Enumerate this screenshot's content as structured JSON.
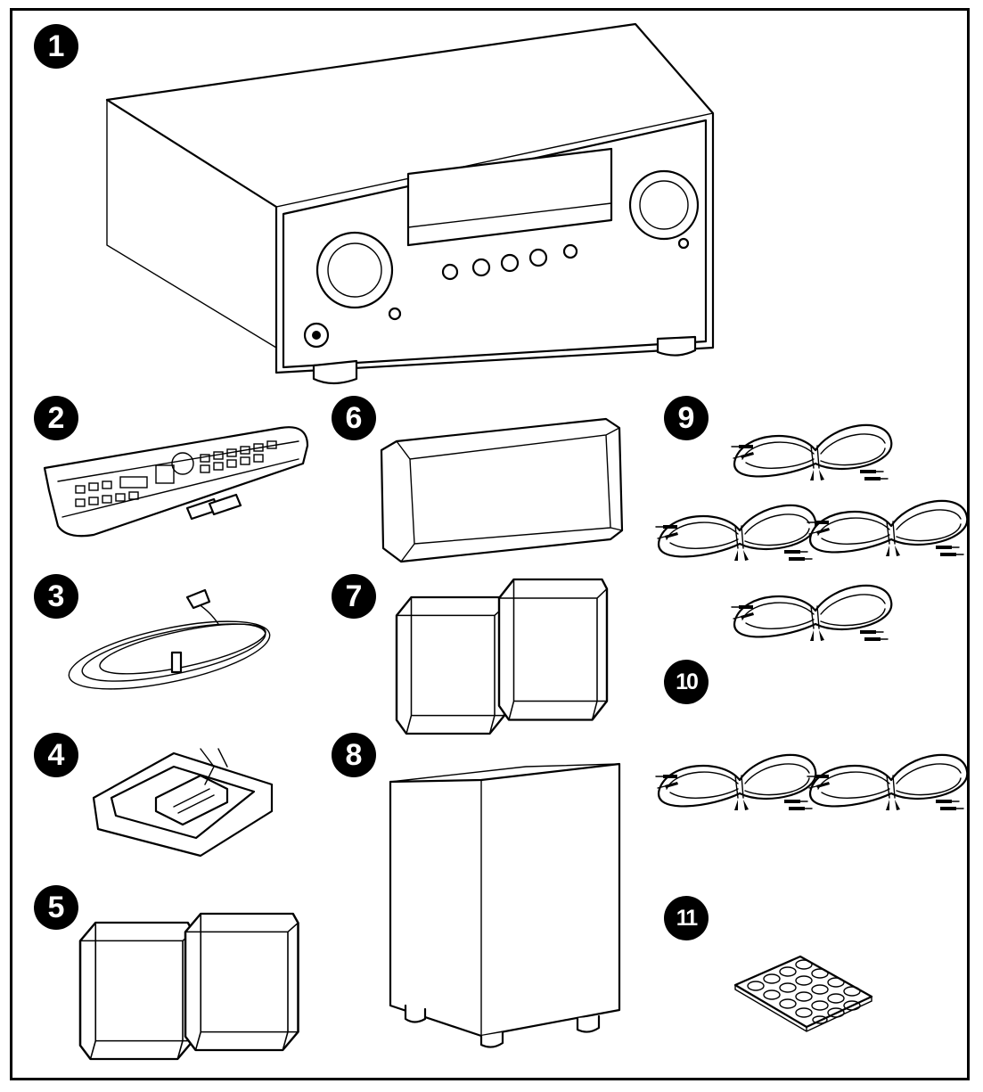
{
  "figure": {
    "title": "Package contents",
    "items": [
      {
        "number": "1",
        "name": "AV receiver (main unit)",
        "icon": "receiver-icon"
      },
      {
        "number": "2",
        "name": "Remote controller with batteries",
        "icon": "remote-control-icon"
      },
      {
        "number": "3",
        "name": "FM indoor antenna",
        "icon": "fm-antenna-icon"
      },
      {
        "number": "4",
        "name": "AM loop antenna",
        "icon": "am-loop-antenna-icon"
      },
      {
        "number": "5",
        "name": "Front speakers (pair)",
        "icon": "front-speakers-icon"
      },
      {
        "number": "6",
        "name": "Center speaker",
        "icon": "center-speaker-icon"
      },
      {
        "number": "7",
        "name": "Surround speakers (pair)",
        "icon": "surround-speakers-icon"
      },
      {
        "number": "8",
        "name": "Subwoofer",
        "icon": "subwoofer-icon"
      },
      {
        "number": "9",
        "name": "Speaker cables (x4)",
        "icon": "speaker-cable-icon",
        "count": 4
      },
      {
        "number": "10",
        "name": "Speaker cables (x2)",
        "icon": "speaker-cable-icon",
        "count": 2
      },
      {
        "number": "11",
        "name": "Non-slip pads sheet",
        "icon": "pad-sheet-icon"
      }
    ]
  }
}
